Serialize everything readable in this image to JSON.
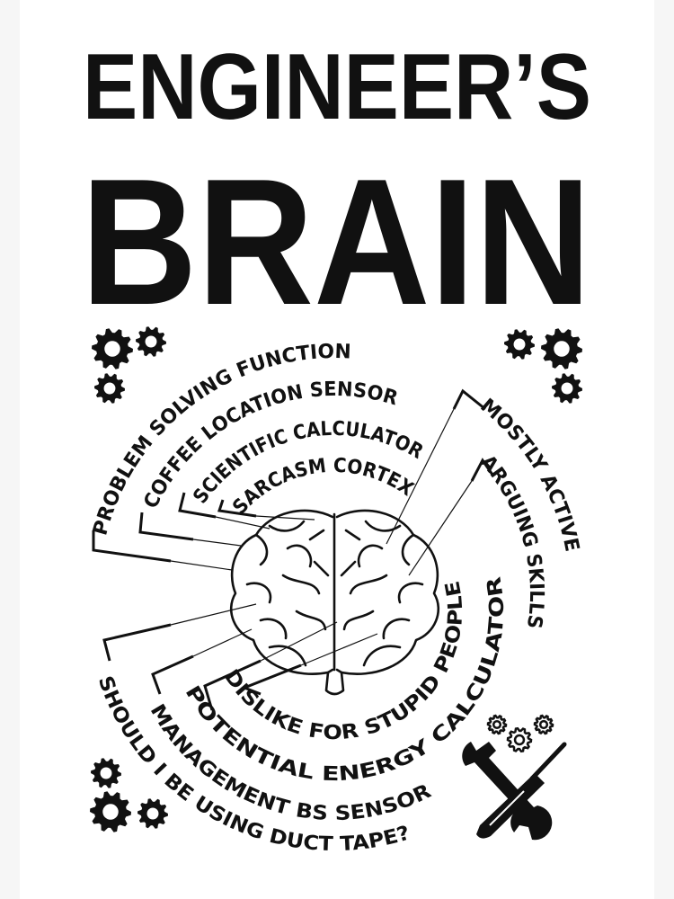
{
  "poster": {
    "title_line1": "ENGINEER’S",
    "title_line2": "BRAIN",
    "ink_color": "#111111",
    "background_color": "#ffffff",
    "labels_top": [
      "PROBLEM SOLVING FUNCTION",
      "COFFEE LOCATION SENSOR",
      "SCIENTIFIC CALCULATOR",
      "SARCASM CORTEX"
    ],
    "labels_right": [
      "MOSTLY ACTIVE",
      "ARGUING SKILLS"
    ],
    "labels_bottom": [
      "DISLIKE FOR STUPID PEOPLE",
      "POTENTIAL ENERGY CALCULATOR",
      "MANAGEMENT BS SENSOR",
      "SHOULD I BE USING DUCT TAPE?"
    ],
    "icons": [
      "gear-icon",
      "brain-icon",
      "wrench-icon",
      "screwdriver-icon"
    ]
  }
}
